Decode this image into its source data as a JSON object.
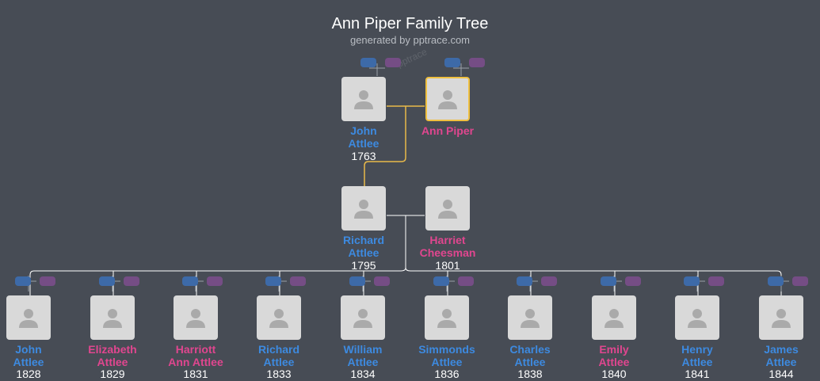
{
  "header": {
    "title": "Ann Piper Family Tree",
    "subtitle": "generated by pptrace.com",
    "watermark": "pptrace"
  },
  "colors": {
    "male": "#3d8ae0",
    "female": "#e0468f",
    "selected_border": "#f0c040",
    "background": "#474c55"
  },
  "people": {
    "john_sr": {
      "name": "John Attlee",
      "line1": "John",
      "line2": "Attlee",
      "year": "1763",
      "gender": "male"
    },
    "ann": {
      "name": "Ann Piper",
      "line1": "Ann Piper",
      "line2": "",
      "year": "",
      "gender": "female"
    },
    "richard": {
      "name": "Richard Attlee",
      "line1": "Richard",
      "line2": "Attlee",
      "year": "1795",
      "gender": "male"
    },
    "harriet": {
      "name": "Harriet Cheesman",
      "line1": "Harriet",
      "line2": "Cheesman",
      "year": "1801",
      "gender": "female"
    }
  },
  "children": [
    {
      "line1": "John",
      "line2": "Attlee",
      "year": "1828",
      "gender": "male"
    },
    {
      "line1": "Elizabeth",
      "line2": "Attlee",
      "year": "1829",
      "gender": "female"
    },
    {
      "line1": "Harriott",
      "line2": "Ann Attlee",
      "year": "1831",
      "gender": "female"
    },
    {
      "line1": "Richard",
      "line2": "Attlee",
      "year": "1833",
      "gender": "male"
    },
    {
      "line1": "William",
      "line2": "Attlee",
      "year": "1834",
      "gender": "male"
    },
    {
      "line1": "Simmonds",
      "line2": "Attlee",
      "year": "1836",
      "gender": "male"
    },
    {
      "line1": "Charles",
      "line2": "Attlee",
      "year": "1838",
      "gender": "male"
    },
    {
      "line1": "Emily",
      "line2": "Attlee",
      "year": "1840",
      "gender": "female"
    },
    {
      "line1": "Henry",
      "line2": "Attlee",
      "year": "1841",
      "gender": "male"
    },
    {
      "line1": "James",
      "line2": "Attlee",
      "year": "1844",
      "gender": "male"
    }
  ]
}
